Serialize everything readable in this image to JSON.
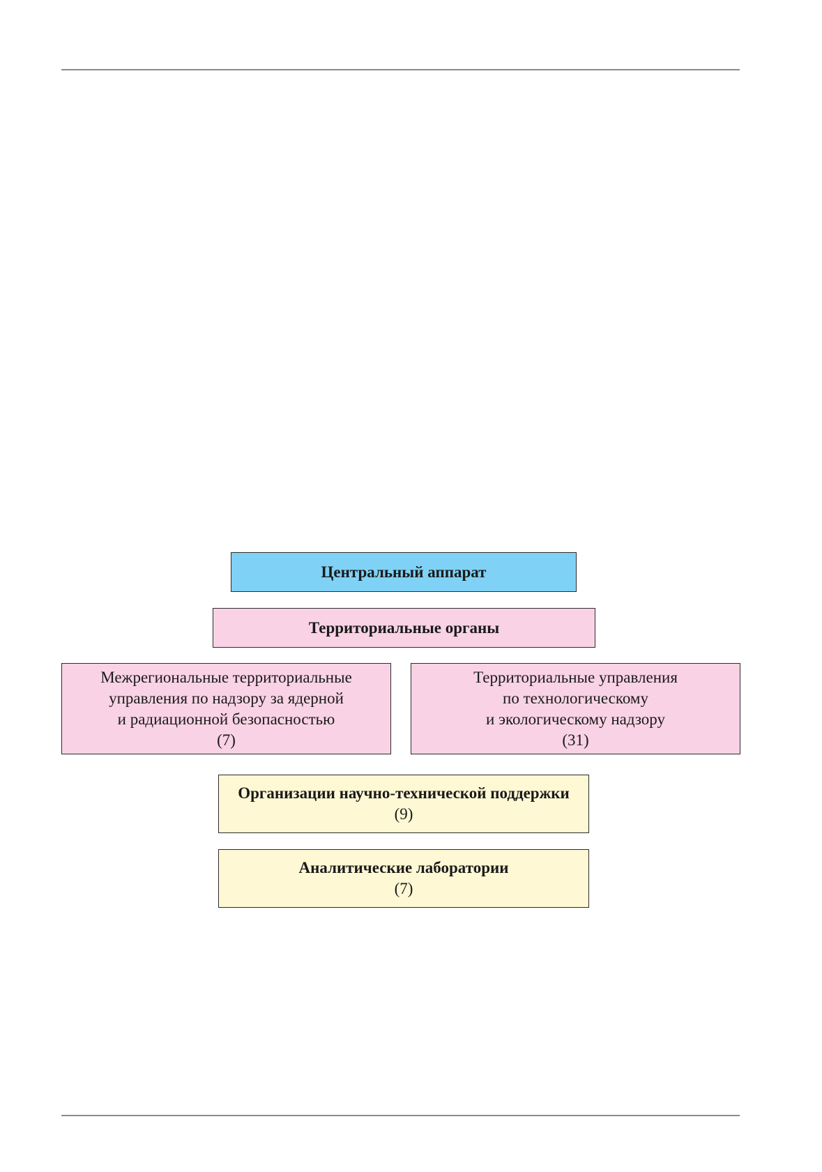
{
  "colors": {
    "central": "#7fd2f5",
    "territorial": "#f9d3e5",
    "support": "#fef9d4",
    "border": "#2b2b2b",
    "rule": "#8a8a8a"
  },
  "diagram": {
    "central": {
      "title": "Центральный аппарат"
    },
    "territorial": {
      "title": "Территориальные органы"
    },
    "interregional": {
      "lines": [
        "Межрегиональные территориальные",
        "управления по надзору за ядерной",
        "и радиационной безопасностью"
      ],
      "count": "(7)"
    },
    "territorial_admin": {
      "lines": [
        "Территориальные управления",
        "по технологическому",
        "и экологическому надзору"
      ],
      "count": "(31)"
    },
    "sci_tech": {
      "title": "Организации научно-технической поддержки",
      "count": "(9)"
    },
    "labs": {
      "title": "Аналитические лаборатории",
      "count": "(7)"
    }
  }
}
